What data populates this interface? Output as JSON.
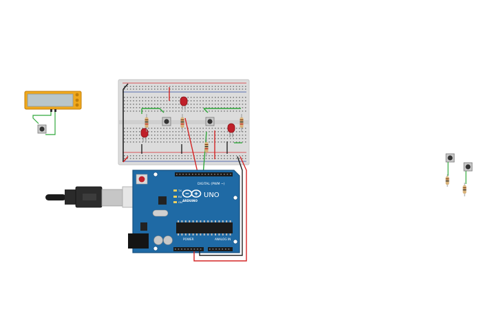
{
  "canvas": {
    "background": "#ffffff"
  },
  "arduino": {
    "brand": "ARDUINO",
    "model": "UNO",
    "header_digital": "DIGITAL (PWM ~)",
    "header_power": "POWER",
    "header_analog": "ANALOG IN",
    "on_label": "ON",
    "tx_label": "TX",
    "rx_label": "RX",
    "board_color": "#1f6aa5",
    "board_edge": "#17507f"
  },
  "breadboard": {
    "body_color": "#dcdcdc",
    "rail_red": "#d9262c",
    "rail_blue": "#2b4aa0"
  },
  "wires": {
    "red": "#d42323",
    "black": "#222222",
    "green": "#2fa83a"
  },
  "lcd": {
    "frame_color": "#f0a81c",
    "screen_color": "#b9c6c9"
  },
  "colors": {
    "led_red": "#c0202a",
    "button_body": "#6b6b6b",
    "resistor_body": "#d8b27a",
    "usb_gray": "#9a9a9a"
  }
}
